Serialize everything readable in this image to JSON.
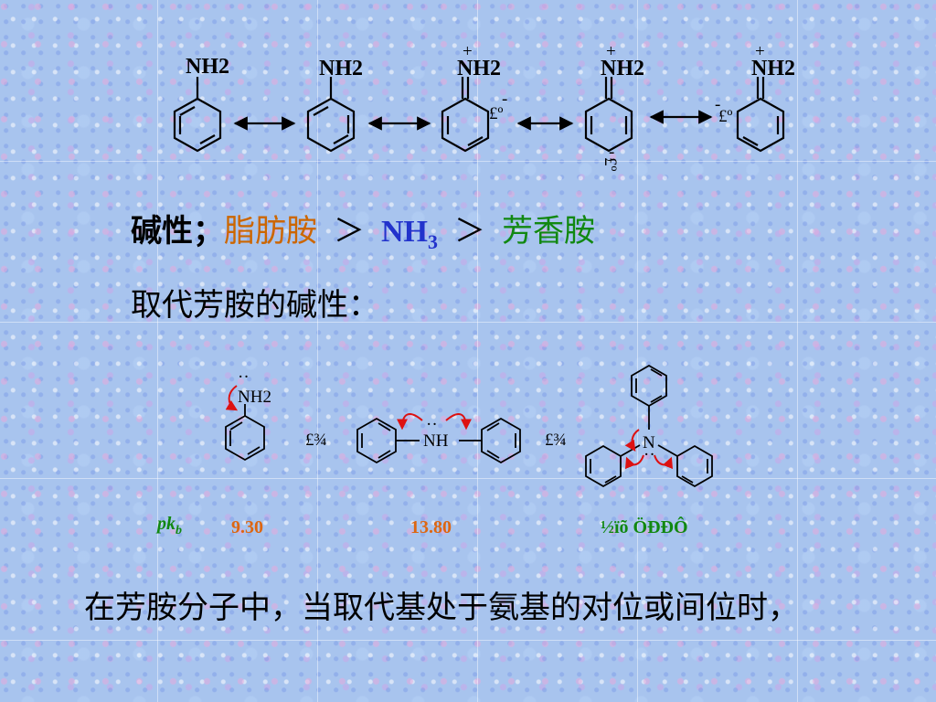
{
  "colors": {
    "text": "#000000",
    "aliphatic": "#cc6600",
    "ammonia": "#2233cc",
    "aromatic": "#118811",
    "pk_label": "#118811",
    "pk_value": "#dd6611",
    "ellipsis": "#118811",
    "curved_arrow": "#dd1111"
  },
  "resonance": {
    "labels": [
      "NH2",
      "NH2",
      "NH2",
      "NH2",
      "NH2"
    ],
    "charges": [
      "+",
      "+",
      "+",
      "-",
      "-",
      "-"
    ],
    "garbled_carbanion": [
      "£º",
      "£º",
      "£º"
    ]
  },
  "basicity": {
    "prefix": "碱性；",
    "aliphatic": "脂肪胺",
    "gt1": "＞",
    "ammonia_base": "NH",
    "ammonia_sub": "3",
    "gt2": "＞",
    "aromatic": "芳香胺"
  },
  "substituted_title": "取代芳胺的碱性：",
  "comparison": {
    "mol1_label": "NH2",
    "mol2_label": "NH",
    "mol3_label": "N",
    "lone_pair": "··",
    "sep1": "£¾",
    "sep2": "£¾",
    "pkb_label": "pk",
    "pkb_sub": "b",
    "values": [
      "9.30",
      "13.80",
      "½ïõ ÖÐÐÔ"
    ]
  },
  "footer_text": "在芳胺分子中，当取代基处于氨基的对位或间位时，"
}
